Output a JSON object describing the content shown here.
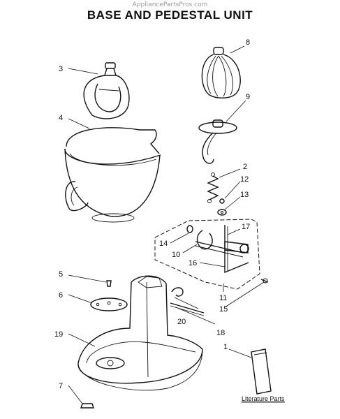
{
  "watermark": "AppliancePartsPros.com",
  "title": "BASE AND PEDESTAL UNIT",
  "callouts": {
    "c1": "1",
    "c2": "2",
    "c3": "3",
    "c4": "4",
    "c5": "5",
    "c6": "6",
    "c7": "7",
    "c8": "8",
    "c9": "9",
    "c10": "10",
    "c11": "11",
    "c12": "12",
    "c13": "13",
    "c14": "14",
    "c15": "15",
    "c16": "16",
    "c17": "17",
    "c18": "18",
    "c19": "19",
    "c20": "20"
  },
  "literature_label": "Literature Parts"
}
